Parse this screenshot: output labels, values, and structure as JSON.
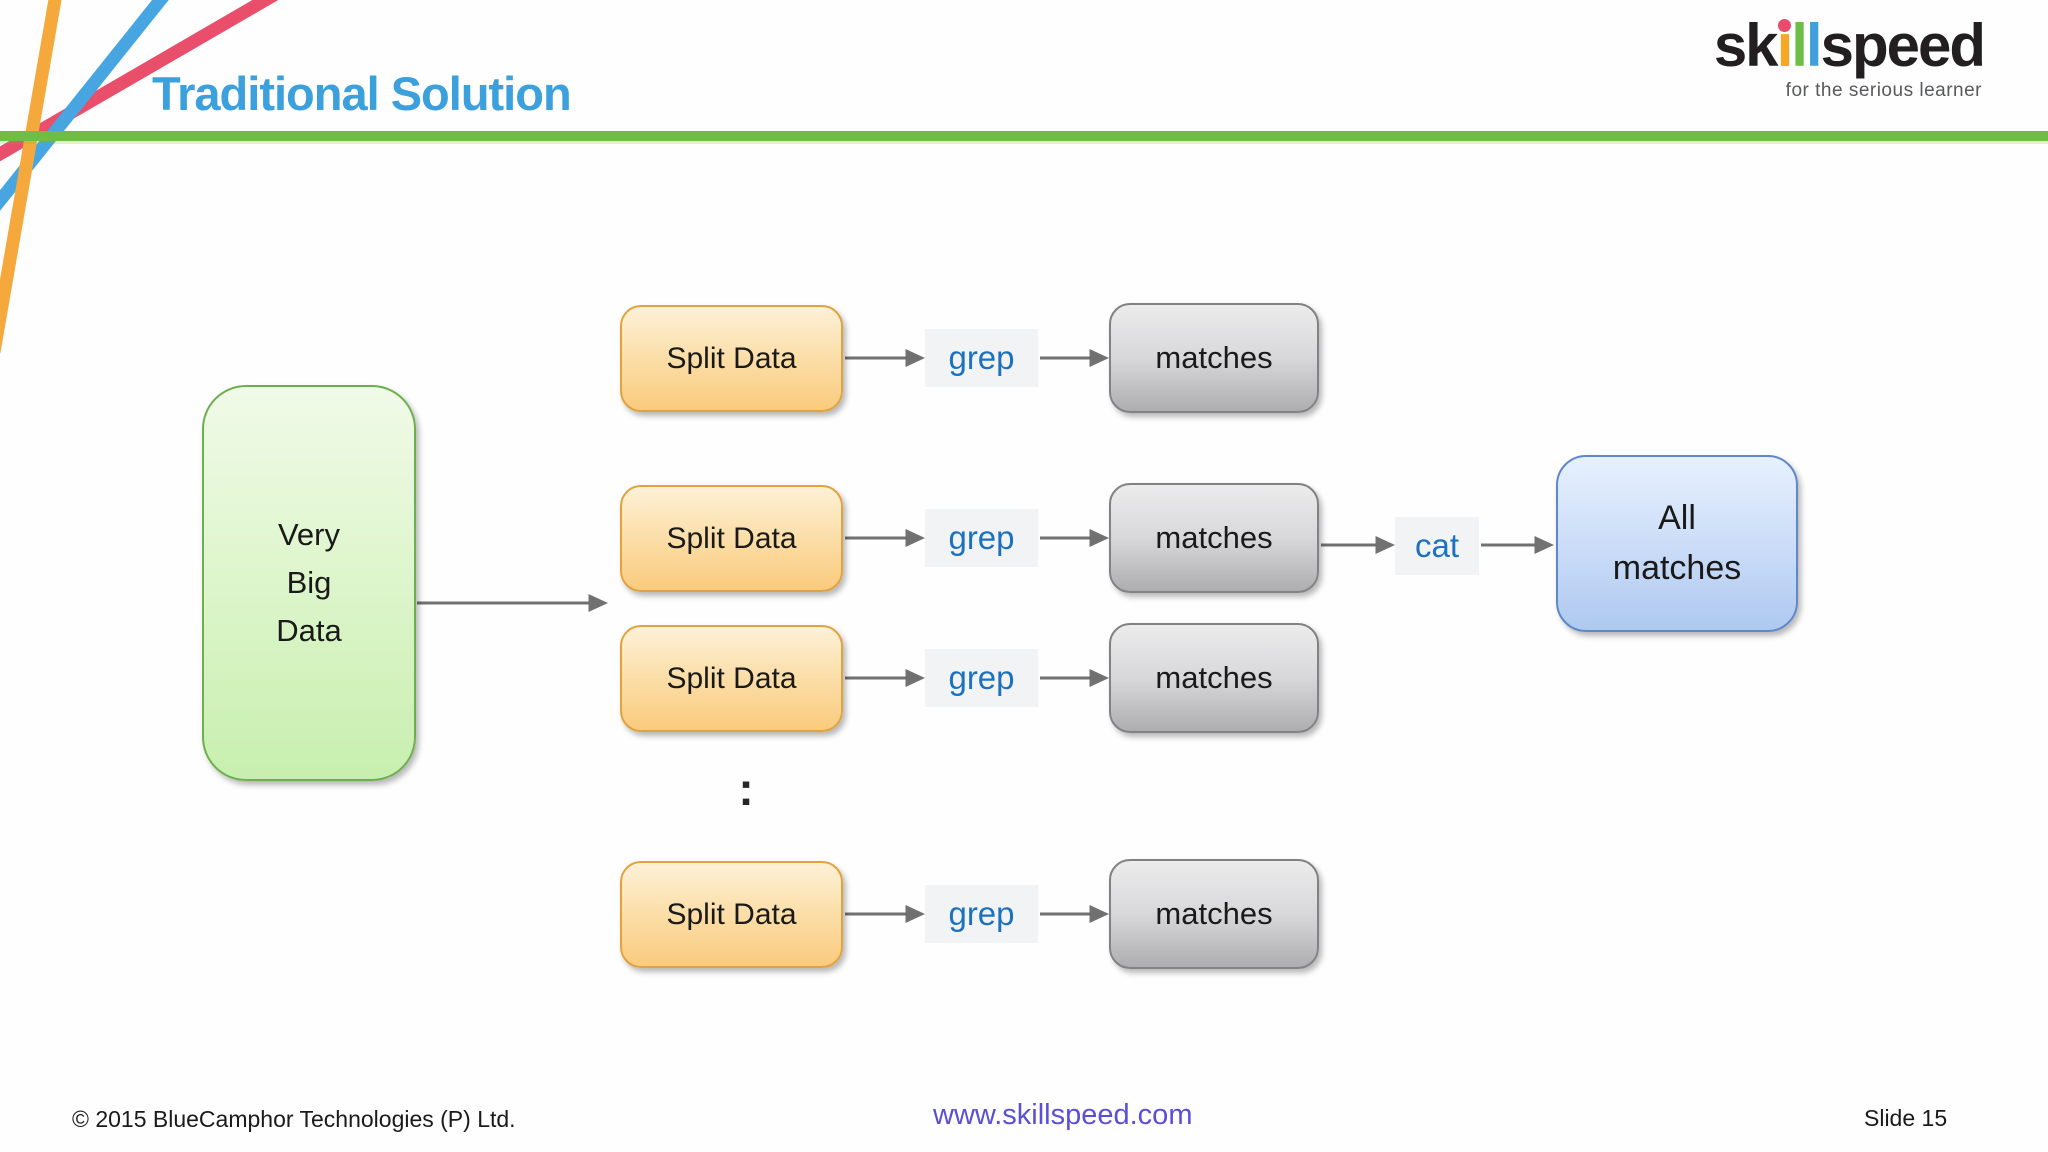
{
  "slide": {
    "title": "Traditional Solution",
    "copyright": "© 2015 BlueCamphor Technologies (P) Ltd.",
    "website": "www.skillspeed.com",
    "page_label": "Slide 15"
  },
  "logo": {
    "sk": "sk",
    "i": "ı",
    "l1": "l",
    "l2": "l",
    "speed": "speed",
    "tagline": "for the serious learner"
  },
  "diagram": {
    "source": "Very\nBig\nData",
    "rows": [
      {
        "split": "Split Data",
        "tool": "grep",
        "result": "matches"
      },
      {
        "split": "Split Data",
        "tool": "grep",
        "result": "matches"
      },
      {
        "split": "Split Data",
        "tool": "grep",
        "result": "matches"
      },
      {
        "split": "Split Data",
        "tool": "grep",
        "result": "matches"
      }
    ],
    "ellipsis": ":",
    "merge_tool": "cat",
    "sink": "All\nmatches"
  },
  "colors": {
    "title_blue": "#3BA0DC",
    "accent_green": "#6EBE45",
    "source_border_green": "#6DAF4E",
    "split_border_orange": "#E2A33F",
    "matches_border_gray": "#828285",
    "sink_border_blue": "#5E88C7",
    "tool_text_blue": "#1C72BE",
    "tool_bg_gray": "#F2F3F4",
    "arrow_gray": "#717171",
    "website_link_purple": "#5B4FD6",
    "logo_black": "#231F20",
    "logo_orange": "#F7A823",
    "logo_pink_dot": "#E84B6B",
    "logo_green": "#6CBE45",
    "logo_blue": "#3FA0DC",
    "deco_orange": "#F5A93C",
    "deco_blue": "#47A5E1",
    "deco_red": "#E94F6B"
  }
}
